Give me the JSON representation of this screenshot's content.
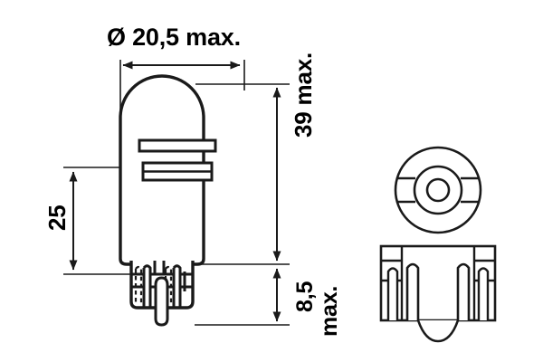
{
  "drawing": {
    "title": "Wedge base bulb technical drawing",
    "ink_color": "#1a1a1a",
    "background_color": "#ffffff",
    "views": {
      "front_elevation": "bulb-front-view",
      "top_plan": "base-top-view",
      "base_detail": "base-bottom-view"
    }
  },
  "dimensions": {
    "diameter": {
      "label": "Ø 20,5 max.",
      "value": "20,5",
      "symbol": "Ø",
      "qualifier": "max.",
      "orientation": "horizontal"
    },
    "overall_height": {
      "label": "39 max.",
      "value": "39",
      "qualifier": "max.",
      "orientation": "vertical"
    },
    "base_height_number": {
      "label": "8,5",
      "value": "8,5",
      "orientation": "vertical"
    },
    "base_height_qualifier": {
      "label": "max.",
      "orientation": "vertical"
    },
    "filament_height": {
      "label": "25",
      "value": "25",
      "orientation": "vertical"
    }
  }
}
